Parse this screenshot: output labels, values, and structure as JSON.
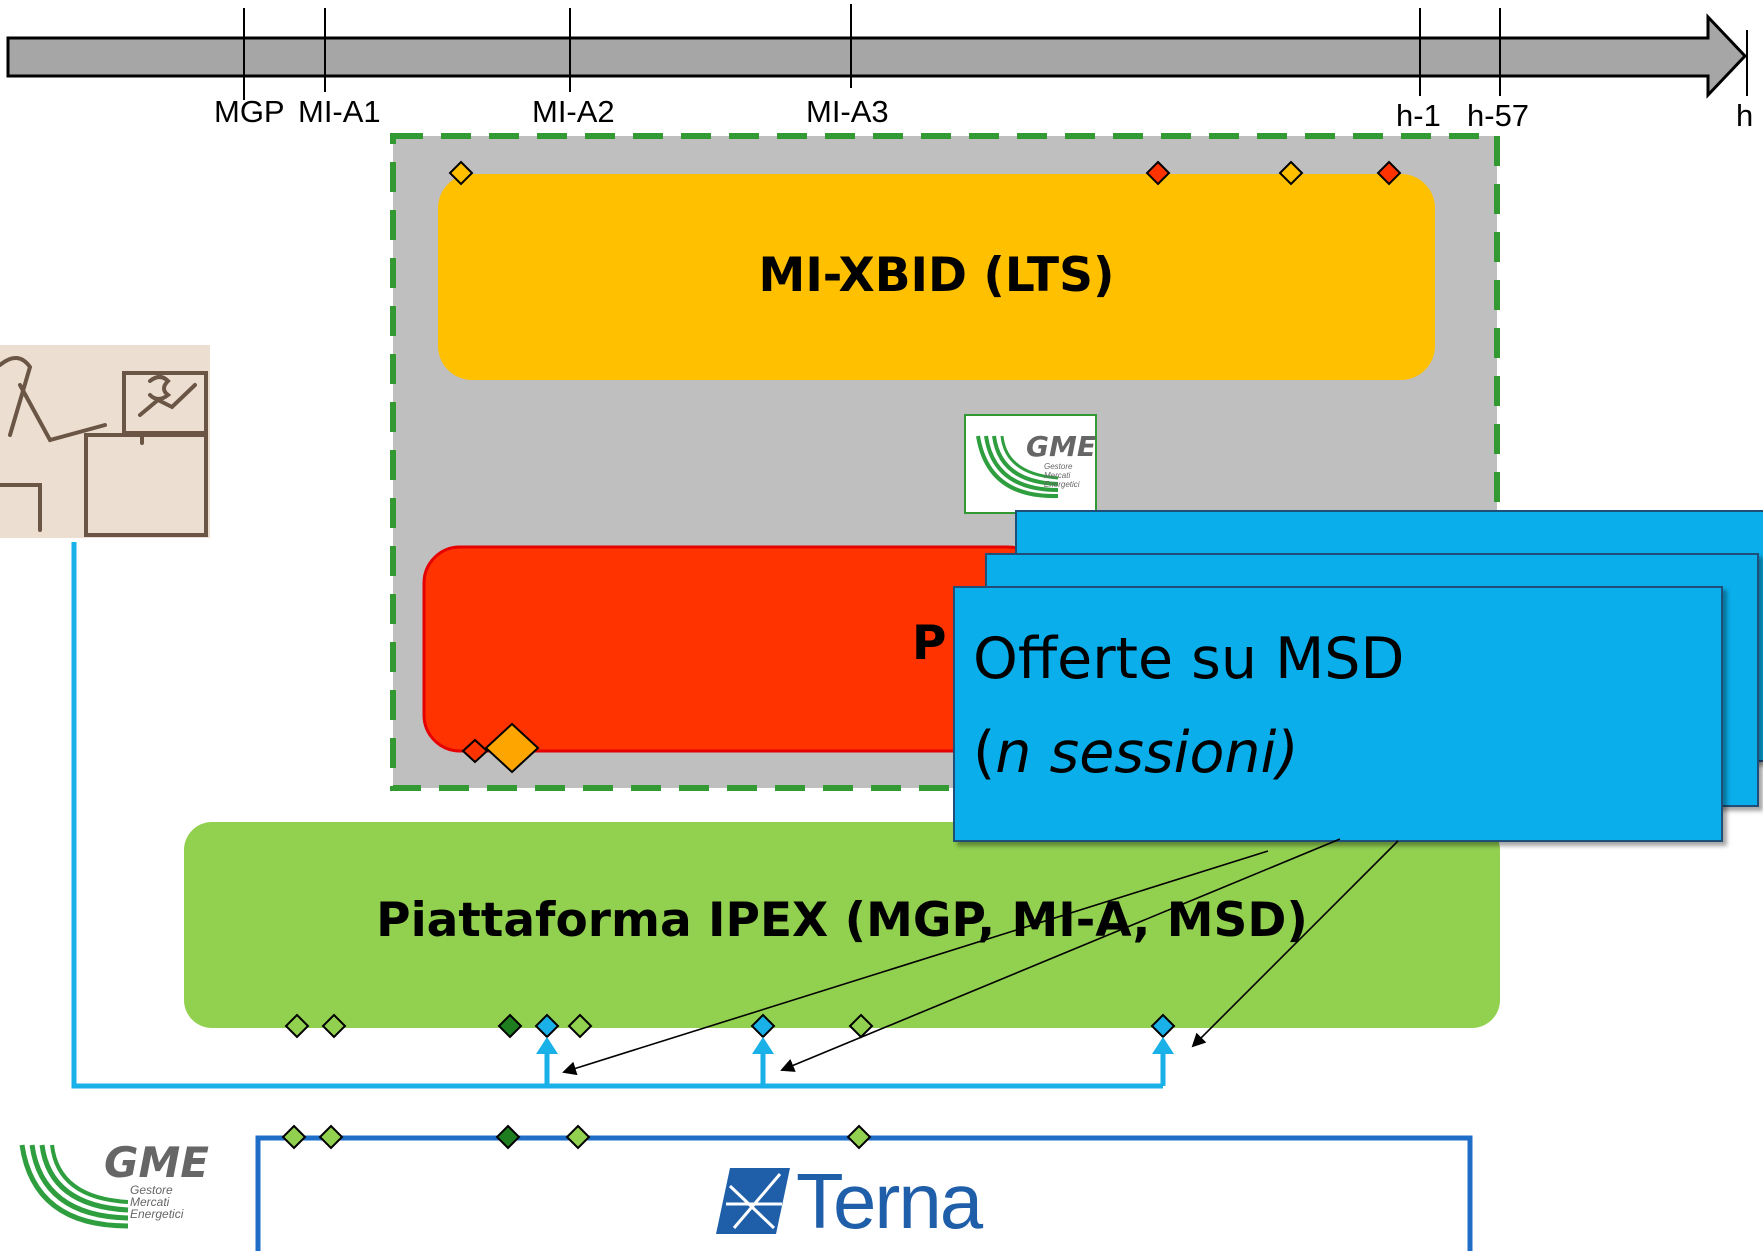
{
  "timeline": {
    "labels": [
      "MGP",
      "MI-A1",
      "MI-A2",
      "MI-A3",
      "h-1",
      "h-57",
      "h"
    ]
  },
  "boxes": {
    "xbid": {
      "title": "MI-XBID (LTS)"
    },
    "red_box": {
      "title": "P"
    },
    "ipex": {
      "title": "Piattaforma IPEX (MGP, MI-A, MSD)"
    },
    "msd_card": {
      "line1": "Offerte su MSD",
      "line2_prefix": "(",
      "line2_italic": "n sessioni)"
    }
  },
  "logos": {
    "gme": {
      "brand": "GME",
      "subtitle": [
        "Gestore",
        "Mercati",
        "Energetici"
      ]
    },
    "terna": {
      "brand": "Terna"
    }
  },
  "colors": {
    "xbid_fill": "#ffc000",
    "red_fill": "#ff3300",
    "ipex_fill": "#92d050",
    "msd_fill": "#0aaeea",
    "connector": "#1ab0e8",
    "dashed_border": "#339933",
    "timeline_fill": "#a6a6a6"
  },
  "icons": [
    "trader-illustration",
    "gme-logo",
    "terna-logo",
    "diamond-marker",
    "arrow-up-icon"
  ]
}
